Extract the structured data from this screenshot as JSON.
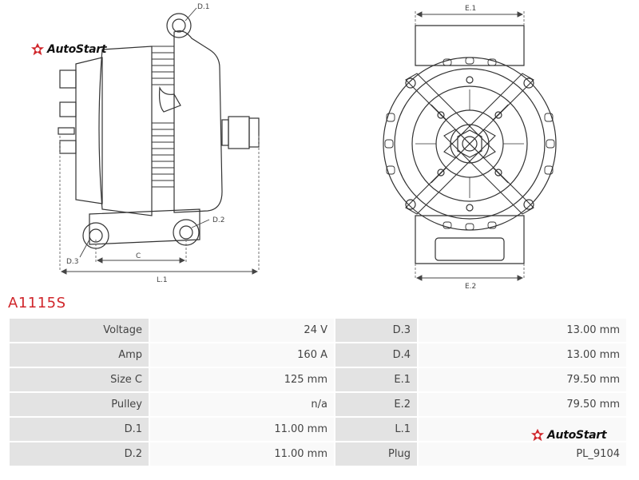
{
  "brand": {
    "logo_text": "AutoStart",
    "accent": "#d0262b"
  },
  "drawing": {
    "side_labels": {
      "d1": "D.1",
      "d2": "D.2",
      "d3": "D.3",
      "c": "C",
      "l1": "L.1"
    },
    "front_labels": {
      "e1": "E.1",
      "e2": "E.2"
    }
  },
  "product": {
    "code": "A1115S"
  },
  "specs": [
    {
      "label": "Voltage",
      "value": "24 V",
      "label2": "D.3",
      "value2": "13.00 mm"
    },
    {
      "label": "Amp",
      "value": "160 A",
      "label2": "D.4",
      "value2": "13.00 mm"
    },
    {
      "label": "Size C",
      "value": "125 mm",
      "label2": "E.1",
      "value2": "79.50 mm"
    },
    {
      "label": "Pulley",
      "value": "n/a",
      "label2": "E.2",
      "value2": "79.50 mm"
    },
    {
      "label": "D.1",
      "value": "11.00 mm",
      "label2": "L.1",
      "value2": ""
    },
    {
      "label": "D.2",
      "value": "11.00 mm",
      "label2": "Plug",
      "value2": "PL_9104"
    }
  ]
}
